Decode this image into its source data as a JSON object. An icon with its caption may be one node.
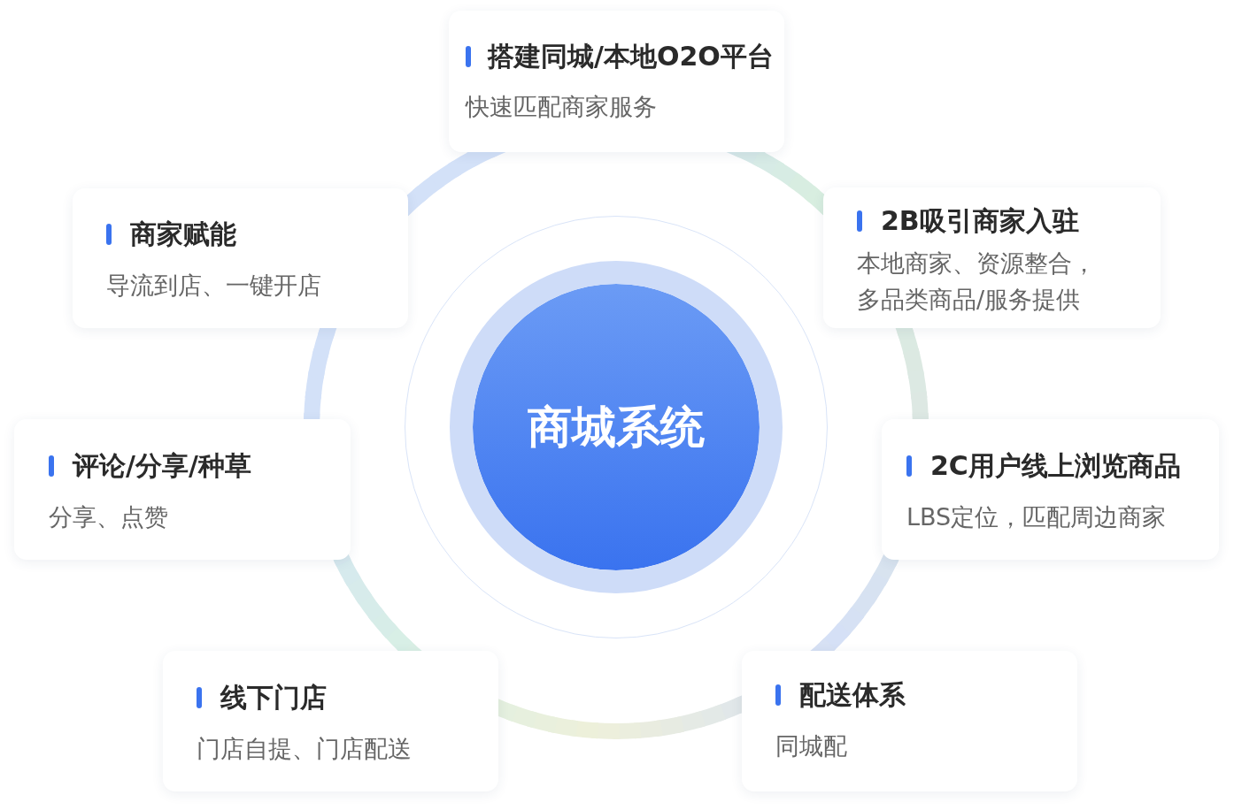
{
  "diagram": {
    "nodes": [
      {
        "text": [
          "搭建同城/本地O2O平台",
          "快速匹配商家服务"
        ]
      },
      {
        "text": [
          "商家赋能",
          "导流到店、一键开店"
        ]
      },
      {
        "text": [
          "2B吸引商家入驻",
          "本地商家、资源整合，多品类商品/服务提供"
        ]
      },
      {
        "text": [
          "商城系统"
        ]
      },
      {
        "text": [
          "评论/分享/种草",
          "分享、点赞"
        ]
      },
      {
        "text": [
          "2C用户线上浏览商品",
          "LBS定位，匹配周边商家"
        ]
      },
      {
        "text": [
          "线下门店",
          "门店自提、门店配送"
        ]
      },
      {
        "text": [
          "配送体系",
          "同城配"
        ]
      }
    ]
  }
}
